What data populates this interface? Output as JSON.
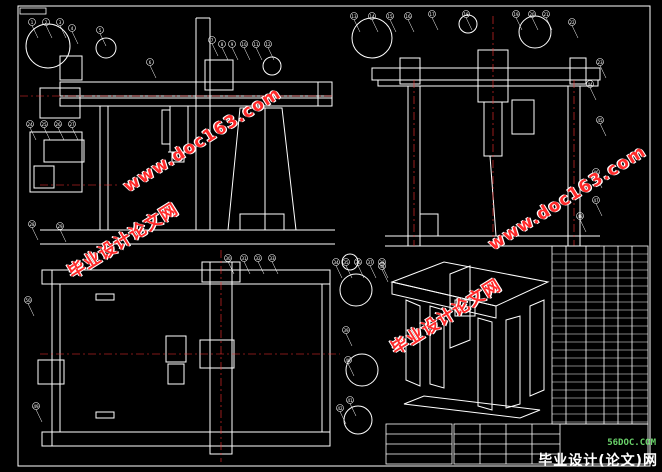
{
  "drawing": {
    "background": "#000000",
    "line_color": "#ffffff",
    "center_line_color": "#ff3030",
    "highlight_color": "#00c8ff",
    "balloon_numbers": [
      "1",
      "2",
      "3",
      "4",
      "5",
      "6",
      "7",
      "8",
      "9",
      "10",
      "11",
      "12",
      "13",
      "14",
      "15",
      "16",
      "17",
      "18",
      "19",
      "20",
      "21",
      "22",
      "23",
      "24",
      "25",
      "26",
      "27",
      "28",
      "29",
      "30",
      "31",
      "32",
      "33",
      "34",
      "35",
      "36",
      "37",
      "38",
      "39",
      "40",
      "41",
      "42",
      "43",
      "44",
      "45",
      "46",
      "47",
      "48",
      "49",
      "50"
    ]
  },
  "watermarks": {
    "site_url": "www.doc163.com",
    "title_cn": "毕业设计论文网",
    "color": "#ff2a2a"
  },
  "stamp": {
    "site": "56DOC.COM",
    "title": "毕业设计(论文)网"
  }
}
